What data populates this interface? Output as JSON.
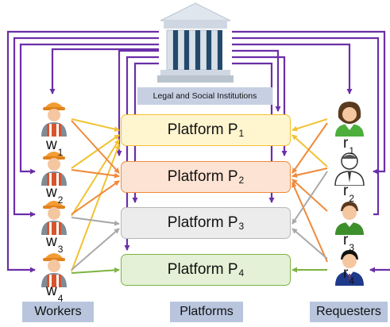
{
  "institution": {
    "label": "Legal and Social Institutions"
  },
  "platforms": [
    {
      "name": "Platform P",
      "sub": "1"
    },
    {
      "name": "Platform P",
      "sub": "2"
    },
    {
      "name": "Platform P",
      "sub": "3"
    },
    {
      "name": "Platform P",
      "sub": "4"
    }
  ],
  "workers": [
    {
      "name": "w",
      "sub": "1"
    },
    {
      "name": "w",
      "sub": "2"
    },
    {
      "name": "w",
      "sub": "3"
    },
    {
      "name": "w",
      "sub": "4"
    }
  ],
  "requesters": [
    {
      "name": "r",
      "sub": "1"
    },
    {
      "name": "r",
      "sub": "2"
    },
    {
      "name": "r",
      "sub": "3"
    },
    {
      "name": "r",
      "sub": "4"
    }
  ],
  "column_labels": {
    "workers": "Workers",
    "platforms": "Platforms",
    "requesters": "Requesters"
  },
  "colors": {
    "purple": "#6b2fa8",
    "p1_border": "#f1c232",
    "p1_fill": "#fff5cf",
    "p2_border": "#ef8a3c",
    "p2_fill": "#fde3d3",
    "p3_border": "#b7b7b7",
    "p3_fill": "#ececec",
    "p4_border": "#7cb342",
    "p4_fill": "#e4f1d6"
  }
}
